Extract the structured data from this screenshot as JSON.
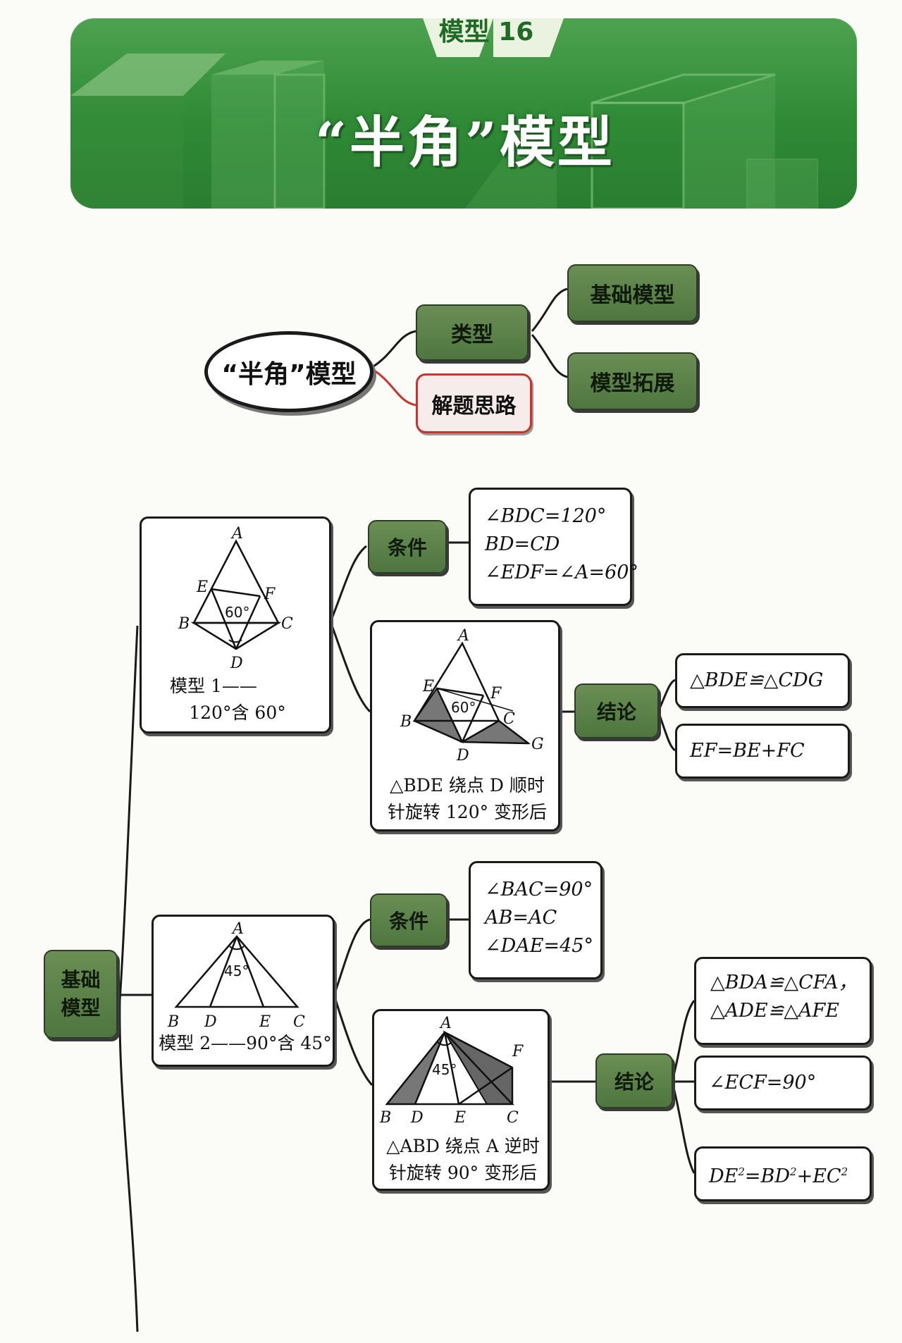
{
  "header": {
    "model_tag": "模型 16",
    "title": "“半角”模型"
  },
  "overview": {
    "root": "“半角”模型",
    "branch_type": "类型",
    "branch_solve": "解题思路",
    "leaf_basic": "基础模型",
    "leaf_extend": "模型拓展"
  },
  "basic_models": {
    "label_line1": "基础",
    "label_line2": "模型",
    "model1": {
      "points": [
        "A",
        "E",
        "F",
        "B",
        "C",
        "D"
      ],
      "angle": "60°",
      "caption_line1": "模型 1——",
      "caption_line2": "120°含 60°",
      "condition_label": "条件",
      "conditions": [
        "∠BDC=120°",
        "BD=CD",
        "∠EDF=∠A=60°"
      ],
      "transform_points": [
        "A",
        "E",
        "F",
        "B",
        "C",
        "D",
        "G"
      ],
      "transform_angle": "60°",
      "transform_caption_line1": "△BDE 绕点 D 顺时",
      "transform_caption_line2": "针旋转 120° 变形后",
      "conclusion_label": "结论",
      "conclusions": [
        "△BDE≌△CDG",
        "EF=BE+FC"
      ]
    },
    "model2": {
      "points": [
        "A",
        "B",
        "D",
        "E",
        "C"
      ],
      "angle": "45°",
      "caption": "模型 2——90°含 45°",
      "condition_label": "条件",
      "conditions": [
        "∠BAC=90°",
        "AB=AC",
        "∠DAE=45°"
      ],
      "transform_points": [
        "A",
        "F",
        "B",
        "D",
        "E",
        "C"
      ],
      "transform_angle": "45°",
      "transform_caption_line1": "△ABD 绕点 A 逆时",
      "transform_caption_line2": "针旋转 90° 变形后",
      "conclusion_label": "结论",
      "conclusions": [
        "△BDA≌△CFA，",
        "△ADE≌△AFE",
        "∠ECF=90°"
      ],
      "conclusion_pythag": {
        "base1": "DE",
        "base2": "BD",
        "base3": "EC",
        "exp": "2"
      }
    }
  },
  "colors": {
    "banner_green": "#3a9440",
    "node_green": "#5c8248",
    "accent_red": "#c8332d"
  }
}
